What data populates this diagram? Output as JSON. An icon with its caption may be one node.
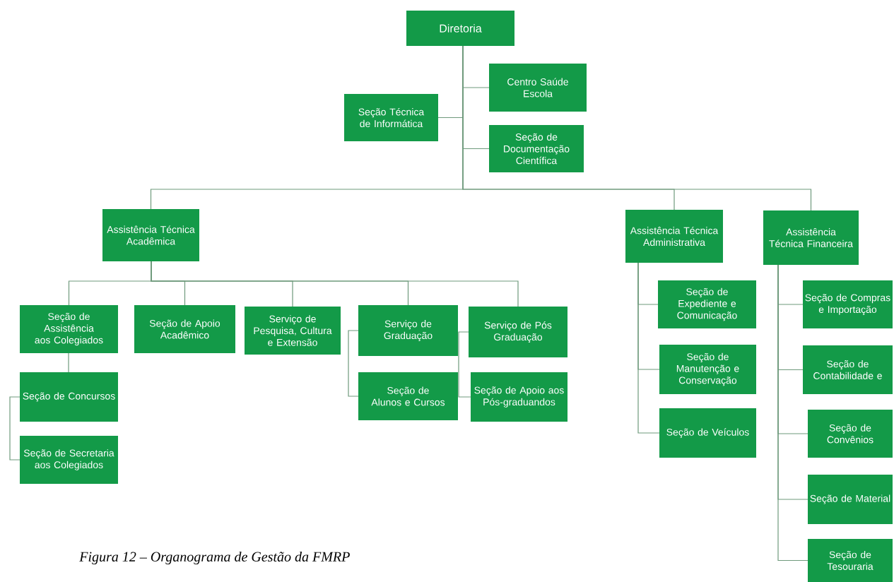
{
  "diagram": {
    "caption": "Figura 12 – Organograma de Gestão da FMRP",
    "nodes": [
      {
        "text": [
          "Diretoria"
        ]
      },
      {
        "text": [
          "Centro Saúde Escola"
        ]
      },
      {
        "text": [
          "Seção Técnica de Informática"
        ]
      },
      {
        "text": [
          "Seção de Documentação Científica"
        ]
      },
      {
        "text": [
          "Assistência Técnica Acadêmica"
        ]
      },
      {
        "text": [
          "Assistência Técnica Administrativa"
        ]
      },
      {
        "text": [
          "Assistência Técnica Financeira"
        ]
      },
      {
        "text": [
          "Seção de Assistência aos Colegiados"
        ]
      },
      {
        "text": [
          "Seção de Apoio Acadêmico"
        ]
      },
      {
        "text": [
          "Serviço de Pesquisa, Cultura e Extensão"
        ]
      },
      {
        "text": [
          "Serviço de Graduação"
        ]
      },
      {
        "text": [
          "Serviço de Pós Graduação"
        ]
      },
      {
        "text": [
          "Seção de Concursos"
        ]
      },
      {
        "text": [
          "Seção de Secretaria aos Colegiados"
        ]
      },
      {
        "text": [
          "Seção de Alunos e Cursos"
        ]
      },
      {
        "text": [
          "Seção de Apoio aos Pós-graduandos"
        ]
      },
      {
        "text": [
          "Seção de Expediente e Comunicação"
        ]
      },
      {
        "text": [
          "Seção de Manutenção e Conservação"
        ]
      },
      {
        "text": [
          "Seção de Veículos"
        ]
      },
      {
        "text": [
          "Seção de Compras e Importação"
        ]
      },
      {
        "text": [
          "Seção de Contabilidade e"
        ]
      },
      {
        "text": [
          "Seção de Convênios"
        ]
      },
      {
        "text": [
          "Seção de Material"
        ]
      },
      {
        "text": [
          "Seção de Tesouraria"
        ]
      }
    ],
    "edges": [
      {
        "from": 0,
        "to": 1,
        "arrow": "none"
      },
      {
        "from": 0,
        "to": 2,
        "arrow": "none"
      },
      {
        "from": 0,
        "to": 3,
        "arrow": "none"
      },
      {
        "from": 0,
        "to": 4,
        "arrow": "none"
      },
      {
        "from": 0,
        "to": 5,
        "arrow": "none"
      },
      {
        "from": 0,
        "to": 6,
        "arrow": "none"
      },
      {
        "from": 4,
        "to": 7,
        "arrow": "none"
      },
      {
        "from": 4,
        "to": 8,
        "arrow": "none"
      },
      {
        "from": 4,
        "to": 9,
        "arrow": "none"
      },
      {
        "from": 4,
        "to": 10,
        "arrow": "none"
      },
      {
        "from": 4,
        "to": 11,
        "arrow": "none"
      },
      {
        "from": 7,
        "to": 12,
        "arrow": "none"
      },
      {
        "from": 12,
        "to": 13,
        "arrow": "none"
      },
      {
        "from": 10,
        "to": 14,
        "arrow": "none"
      },
      {
        "from": 11,
        "to": 15,
        "arrow": "none"
      },
      {
        "from": 5,
        "to": 16,
        "arrow": "none"
      },
      {
        "from": 5,
        "to": 17,
        "arrow": "none"
      },
      {
        "from": 5,
        "to": 18,
        "arrow": "none"
      },
      {
        "from": 6,
        "to": 19,
        "arrow": "none"
      },
      {
        "from": 6,
        "to": 20,
        "arrow": "none"
      },
      {
        "from": 6,
        "to": 21,
        "arrow": "none"
      },
      {
        "from": 6,
        "to": 22,
        "arrow": "none"
      },
      {
        "from": 6,
        "to": 23,
        "arrow": "none"
      }
    ]
  }
}
